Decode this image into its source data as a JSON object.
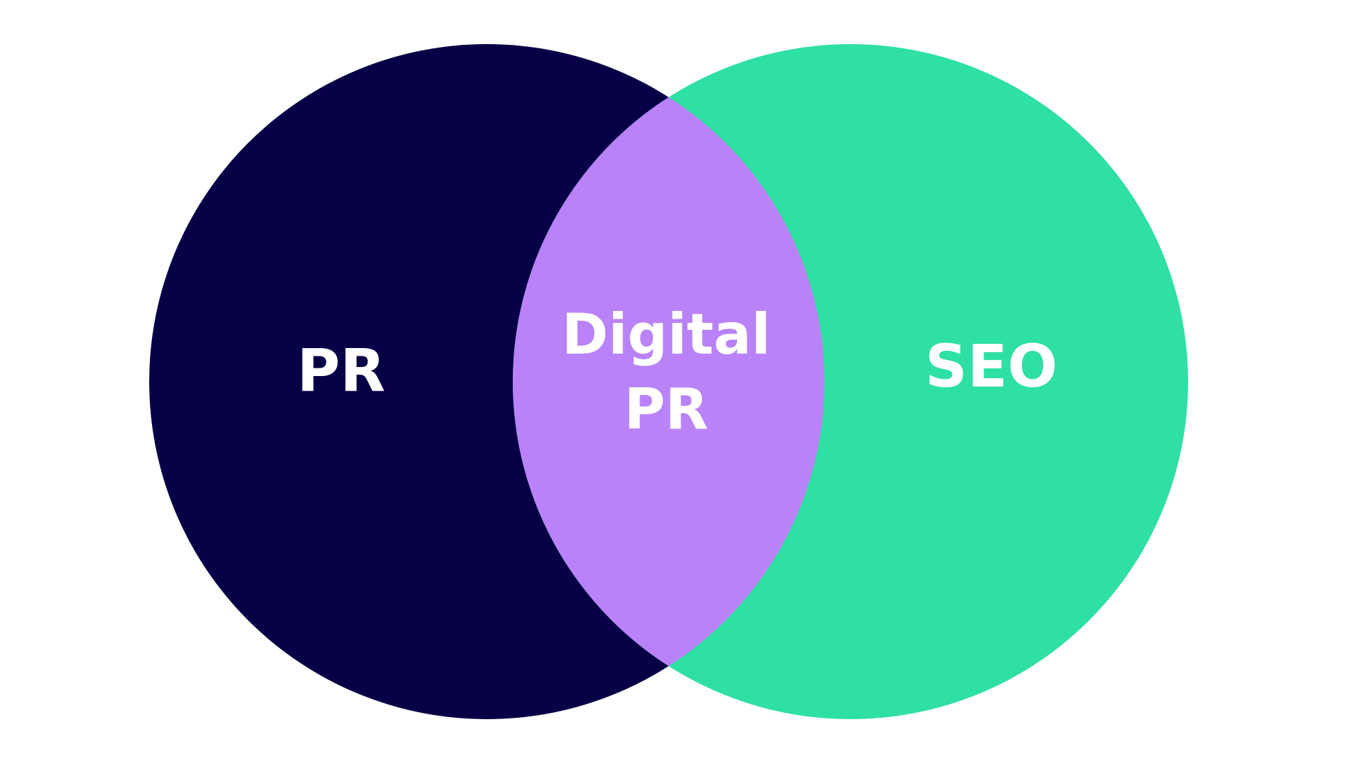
{
  "diagram": {
    "type": "venn",
    "sets": [
      {
        "id": "left",
        "label": "PR",
        "color": "#070046"
      },
      {
        "id": "right",
        "label": "SEO",
        "color": "#2ee0a2"
      }
    ],
    "intersection": {
      "label_line_1": "Digital",
      "label_line_2": "PR",
      "color": "#ba82f8"
    }
  }
}
